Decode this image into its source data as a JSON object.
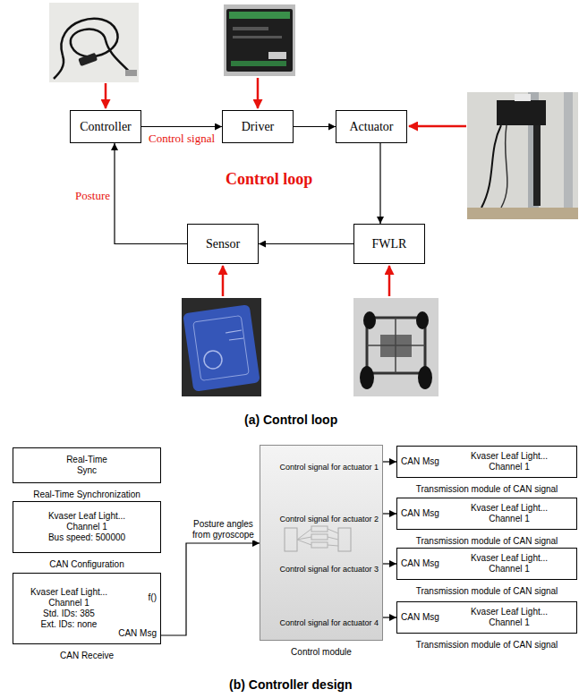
{
  "diagram": {
    "nodes": [
      {
        "text": [
          "Controller"
        ]
      },
      {
        "text": [
          "Driver"
        ]
      },
      {
        "text": [
          "Actuator"
        ]
      },
      {
        "text": [
          "Sensor"
        ]
      },
      {
        "text": [
          "FWLR"
        ]
      },
      {
        "text": [
          "Real-Time Sync",
          "Real-Time Synchronization"
        ]
      },
      {
        "text": [
          "Kvaser Leaf Light... Channel 1 Bus speed: 500000",
          "CAN Configuration"
        ]
      },
      {
        "text": [
          "Kvaser Leaf Light... Channel 1 Std. IDs: 385 Ext. IDs: none",
          "f()",
          "CAN Msg",
          "CAN Receive"
        ]
      },
      {
        "text": [
          "Control signal for actuator 1",
          "Control signal for actuator 2",
          "Control signal for actuator 3",
          "Control signal for actuator 4",
          "Control module"
        ]
      },
      {
        "text": [
          "CAN Msg",
          "Kvaser Leaf Light... Channel 1",
          "Transmission module of CAN signal"
        ]
      },
      {
        "text": [
          "CAN Msg",
          "Kvaser Leaf Light... Channel 1",
          "Transmission module of CAN signal"
        ]
      },
      {
        "text": [
          "CAN Msg",
          "Kvaser Leaf Light... Channel 1",
          "Transmission module of CAN signal"
        ]
      },
      {
        "text": [
          "CAN Msg",
          "Kvaser Leaf Light... Channel 1",
          "Transmission module of CAN signal"
        ]
      }
    ],
    "edges": [
      {
        "from": 0,
        "to": 1,
        "arrow": "to",
        "label": "Control signal"
      },
      {
        "from": 1,
        "to": 2,
        "arrow": "to"
      },
      {
        "from": 2,
        "to": 4,
        "arrow": "to"
      },
      {
        "from": 4,
        "to": 3,
        "arrow": "to"
      },
      {
        "from": 3,
        "to": 0,
        "arrow": "to",
        "label": "Posture"
      },
      {
        "from": 7,
        "to": 8,
        "arrow": "to",
        "label": "Posture angles from gyroscope"
      },
      {
        "from": 8,
        "to": 9,
        "arrow": "to"
      },
      {
        "from": 8,
        "to": 10,
        "arrow": "to"
      },
      {
        "from": 8,
        "to": 11,
        "arrow": "to"
      },
      {
        "from": 8,
        "to": 12,
        "arrow": "to"
      }
    ],
    "labels": [
      "Control loop",
      "(a) Control loop",
      "(b) Controller design"
    ]
  }
}
